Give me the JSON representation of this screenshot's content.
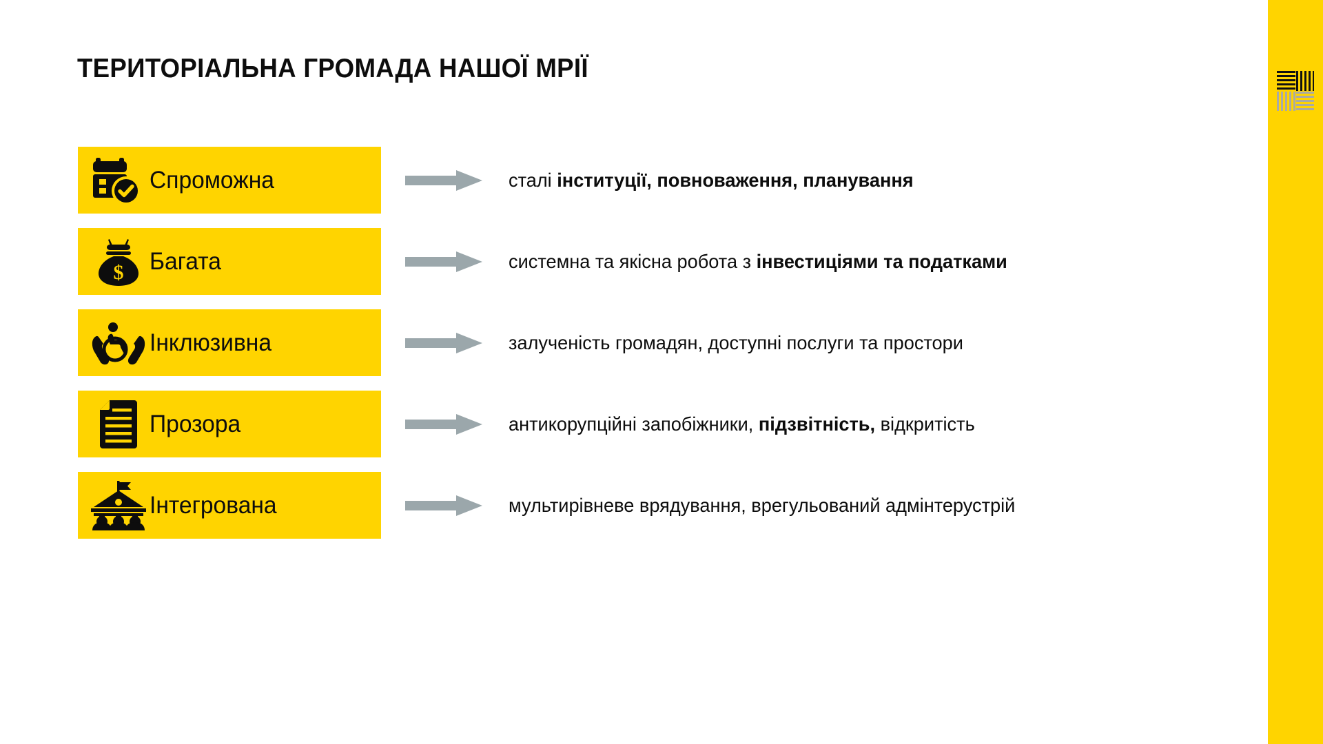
{
  "slide": {
    "title": "ТЕРИТОРІАЛЬНА ГРОМАДА НАШОЇ МРІЇ",
    "accent_color": "#FFD400",
    "arrow_color": "#9BA7AB",
    "text_color": "#0D0D0D",
    "background_color": "#FFFFFF"
  },
  "decoration": {
    "name": "striped-square-mark",
    "quadrants": [
      "horizontal-black-stripes",
      "vertical-black-stripes",
      "vertical-gray-stripes",
      "horizontal-gray-stripes"
    ]
  },
  "rows": [
    {
      "icon": "calendar-check-icon",
      "label": "Спроможна",
      "desc_plain_1": "сталі ",
      "desc_bold": "інституції, повноваження, планування",
      "desc_plain_2": ""
    },
    {
      "icon": "money-bag-icon",
      "label": "Багата",
      "desc_plain_1": "системна та якісна робота з ",
      "desc_bold": "інвестиціями та податками",
      "desc_plain_2": ""
    },
    {
      "icon": "hands-accessibility-icon",
      "label": "Інклюзивна",
      "desc_plain_1": "залученість громадян, доступні послуги та простори",
      "desc_bold": "",
      "desc_plain_2": ""
    },
    {
      "icon": "document-lines-icon",
      "label": "Прозора",
      "desc_plain_1": "антикорупційні запобіжники, ",
      "desc_bold": "підзвітність,",
      "desc_plain_2": " відкритість"
    },
    {
      "icon": "government-building-people-icon",
      "label": "Інтегрована",
      "desc_plain_1": "мультирівневе врядування, врегульований адмінтерустрій",
      "desc_bold": "",
      "desc_plain_2": ""
    }
  ]
}
